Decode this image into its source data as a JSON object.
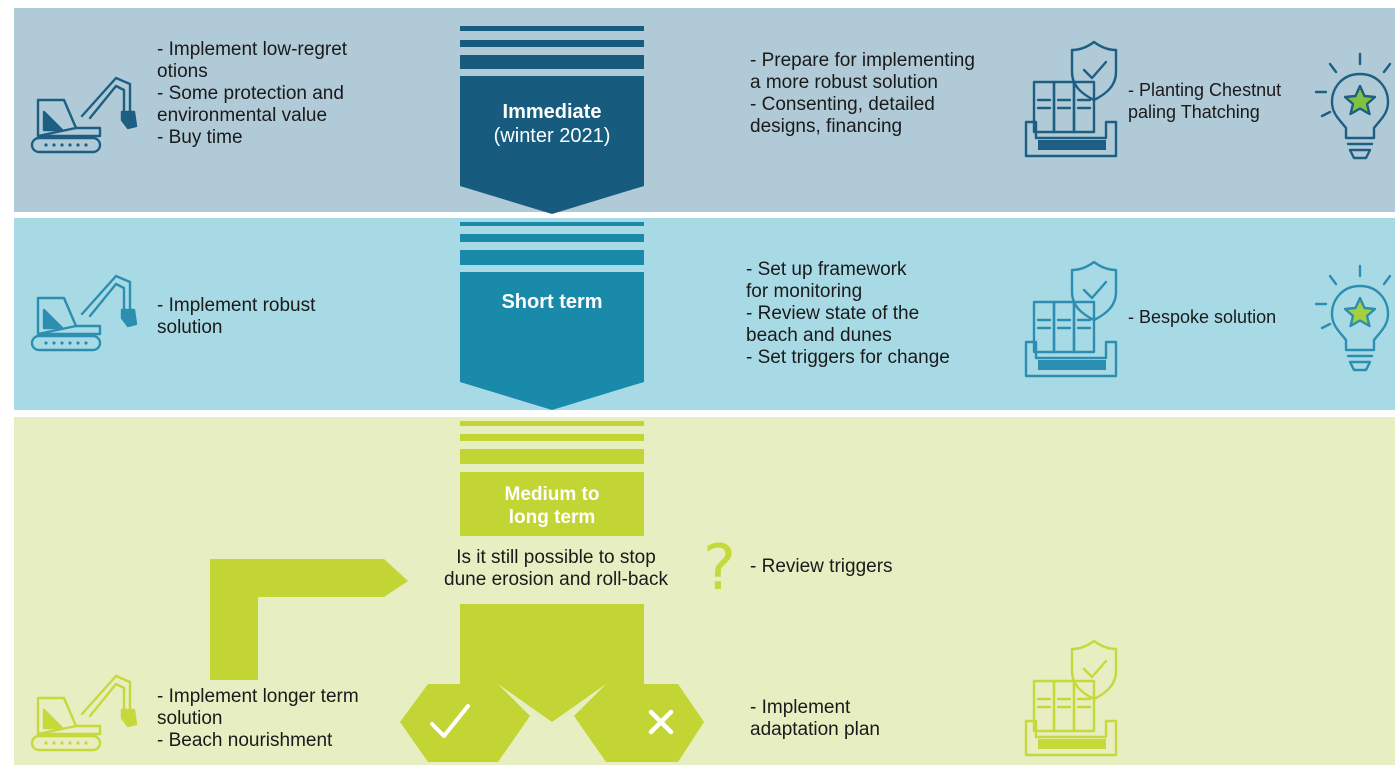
{
  "colors": {
    "band_immediate": "#b1cad7",
    "band_short": "#a8dae6",
    "band_medium": "#e7eec1",
    "arrow_immediate": "#175b7e",
    "arrow_short": "#1a8aab",
    "arrow_medium": "#c2d534",
    "icon_immediate": "#1d5f83",
    "icon_short": "#2c8eb0",
    "icon_medium": "#c6d93a",
    "question_mark": "#c6d93a"
  },
  "stages": {
    "immediate": {
      "title": "Immediate",
      "subtitle": "(winter 2021)",
      "actions": "- Implement low-regret\n  otions\n- Some protection and\n  environmental value\n- Buy time",
      "planning": "- Prepare for implementing\n  a more robust solution\n- Consenting, detailed\n  designs, financing",
      "ideas": "- Planting Chestnut\n  paling Thatching"
    },
    "short": {
      "title": "Short term",
      "actions": "- Implement robust\n  solution",
      "planning": "- Set up framework\n  for monitoring\n- Review state of the\n  beach and dunes\n- Set triggers for change",
      "ideas": "- Bespoke solution"
    },
    "medium": {
      "title": "Medium to\nlong term",
      "question": "Is it still possible to stop\ndune erosion and roll-back",
      "question_mark": "?",
      "review": "- Review triggers",
      "yes_actions": "- Implement longer term\n  solution\n- Beach nourishment",
      "no_actions": "- Implement\n  adaptation plan"
    }
  },
  "icons": {
    "actions": "excavator-icon",
    "planning": "shield-files-tray-icon",
    "ideas": "lightbulb-star-icon",
    "yes": "checkmark-icon",
    "no": "cross-icon"
  }
}
